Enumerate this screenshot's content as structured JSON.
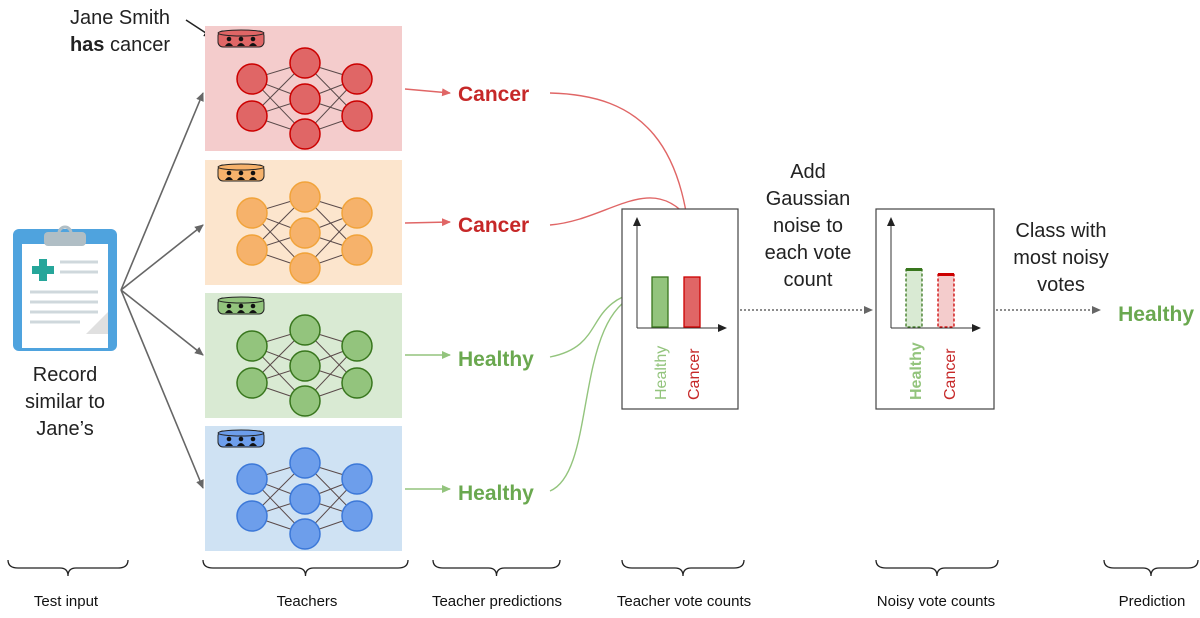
{
  "colors": {
    "red": "#c62828",
    "red_stroke": "#e57373",
    "green": "#6aa84f",
    "gray_arrow": "#666666",
    "teacher_backgrounds": [
      "#f4cccc",
      "#fce5cd",
      "#d9ead3",
      "#cfe2f3"
    ],
    "teacher_nodes": [
      "#e06666",
      "#f6b26b",
      "#93c47d",
      "#6d9eeb"
    ],
    "teacher_node_strokes": [
      "#cc0000",
      "#f1a33a",
      "#38761d",
      "#3c78d8"
    ]
  },
  "annotation": {
    "line1": "Jane Smith",
    "line2_bold": "has",
    "line2_rest": " cancer"
  },
  "test_input": {
    "icon": "clipboard-icon",
    "caption_lines": [
      "Record",
      "similar to",
      "Jane’s"
    ]
  },
  "teachers": [
    {
      "prediction": "Cancer",
      "prediction_color": "#c62828"
    },
    {
      "prediction": "Cancer",
      "prediction_color": "#c62828"
    },
    {
      "prediction": "Healthy",
      "prediction_color": "#6aa84f"
    },
    {
      "prediction": "Healthy",
      "prediction_color": "#6aa84f"
    }
  ],
  "noise_step": {
    "lines": [
      "Add",
      "Gaussian",
      "noise to",
      "each vote",
      "count"
    ]
  },
  "argmax_step": {
    "lines": [
      "Class with",
      "most noisy",
      "votes"
    ]
  },
  "vote_counts": {
    "labels": [
      "Healthy",
      "Cancer"
    ],
    "values": [
      2,
      2
    ]
  },
  "noisy_vote_counts": {
    "labels": [
      "Healthy",
      "Cancer"
    ],
    "values": [
      2.3,
      2.1
    ]
  },
  "prediction": {
    "label": "Healthy"
  },
  "stages": [
    "Test input",
    "Teachers",
    "Teacher predictions",
    "Teacher vote counts",
    "Noisy vote counts",
    "Prediction"
  ]
}
